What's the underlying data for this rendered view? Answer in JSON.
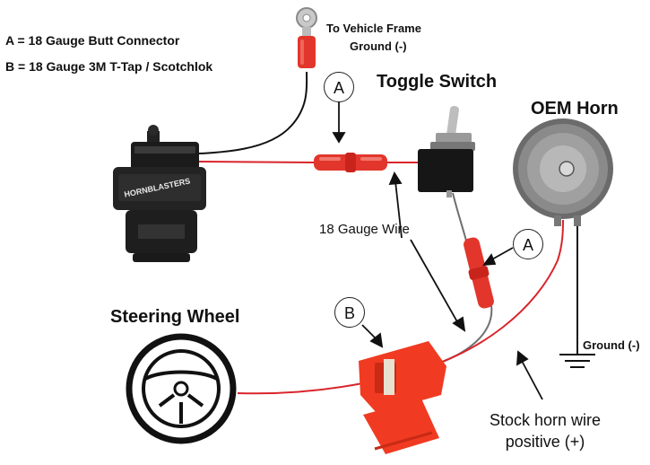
{
  "legend": {
    "a": "A = 18 Gauge Butt Connector",
    "b": "B = 18 Gauge 3M T-Tap / Scotchlok"
  },
  "labels": {
    "ground_frame_line1": "To Vehicle Frame",
    "ground_frame_line2": "Ground (-)",
    "toggle_switch": "Toggle Switch",
    "oem_horn": "OEM Horn",
    "wire_gauge": "18 Gauge Wire",
    "steering_wheel": "Steering Wheel",
    "ground": "Ground (-)",
    "stock_line1": "Stock horn wire",
    "stock_line2": "positive (+)",
    "relay_brand": "HORNBLASTERS"
  },
  "callouts": {
    "a1": "A",
    "a2": "A",
    "b": "B"
  },
  "colors": {
    "wire_red": "#d9252b",
    "wire_black": "#111111",
    "wire_gray": "#6f6f6f",
    "connector_red": "#e2362c",
    "scotchlok_red": "#f03b22"
  }
}
